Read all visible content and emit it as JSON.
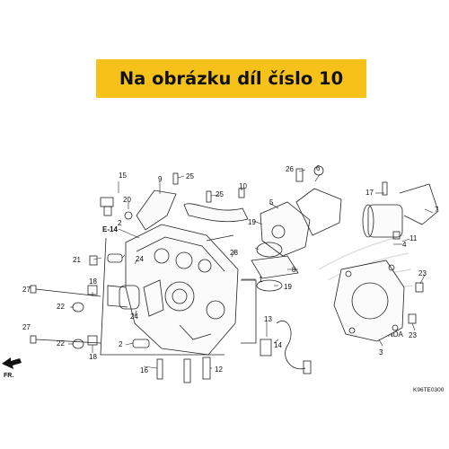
{
  "banner": {
    "text": "Na obrázku díl číslo 10",
    "color": "#f6c21a"
  },
  "diagram": {
    "code": "K96TE0300",
    "ref_label": "E-14",
    "direction_label": "FR.",
    "watermark_text": "HONDA",
    "callouts": {
      "c1": "1",
      "c2a": "2",
      "c2b": "2",
      "c3": "3",
      "c4": "4",
      "c5": "5",
      "c6": "6",
      "c7": "7",
      "c8": "8",
      "c9": "9",
      "c10": "10",
      "c11": "11",
      "c12": "12",
      "c13": "13",
      "c14": "14",
      "c15": "15",
      "c16": "16",
      "c17": "17",
      "c18a": "18",
      "c18b": "18",
      "c19a": "19",
      "c19b": "19",
      "c20": "20",
      "c21": "21",
      "c22a": "22",
      "c22b": "22",
      "c23a": "23",
      "c23b": "23",
      "c24a": "24",
      "c24b": "24",
      "c25a": "25",
      "c25b": "25",
      "c26": "26",
      "c27a": "27",
      "c27b": "27",
      "c28": "28"
    }
  }
}
